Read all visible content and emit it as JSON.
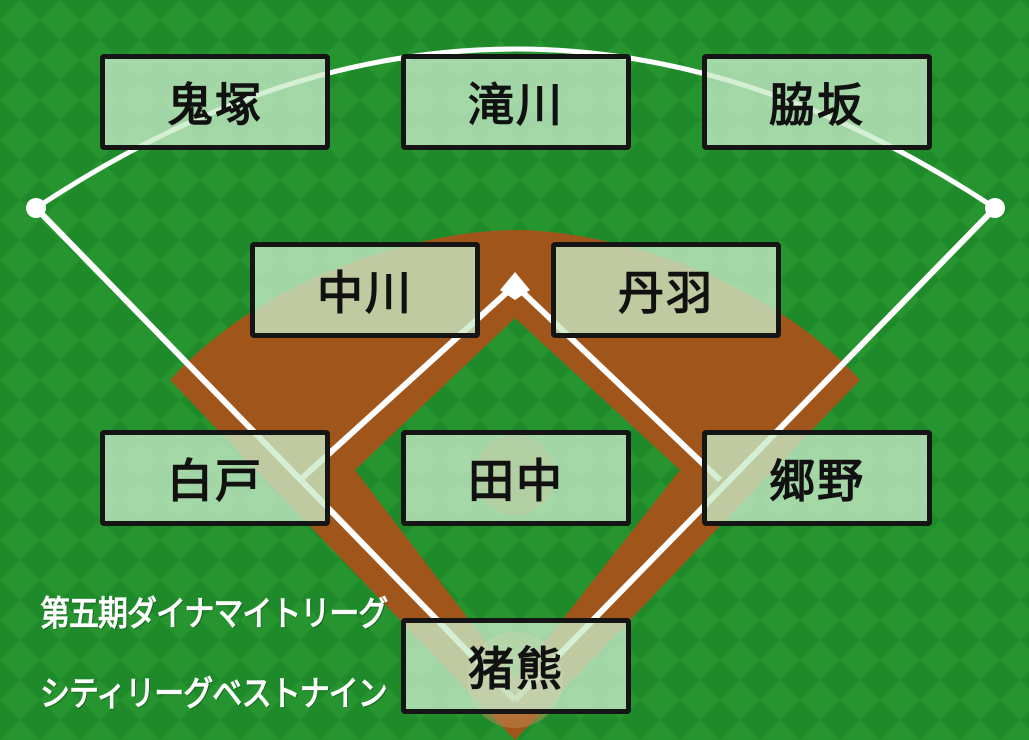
{
  "positions": {
    "left_field": "鬼塚",
    "center_field": "滝川",
    "right_field": "脇坂",
    "shortstop": "中川",
    "second_base": "丹羽",
    "third_base": "白戸",
    "pitcher": "田中",
    "first_base": "郷野",
    "catcher": "猪熊"
  },
  "caption": {
    "line1": "第五期ダイナマイトリーグ",
    "line2": "シティリーグベストナイン"
  },
  "colors": {
    "grass": "#1f8a2a",
    "dirt": "#a0561a",
    "lines": "#ffffff"
  }
}
